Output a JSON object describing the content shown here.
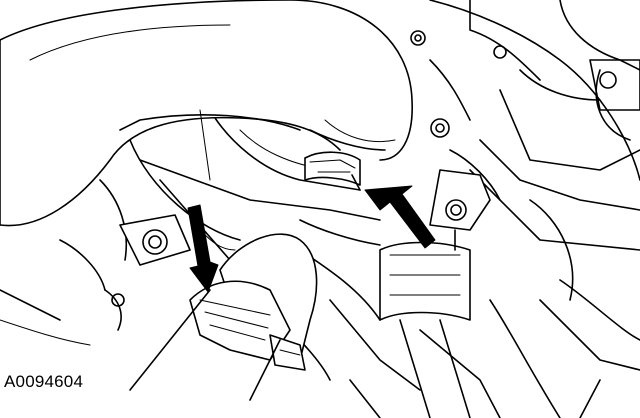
{
  "figure": {
    "id": "A0094604"
  },
  "colors": {
    "line": "#000000",
    "fill": "#ffffff",
    "background": "#ffffff"
  },
  "callouts": [
    {
      "name": "upper-clip-arrow"
    },
    {
      "name": "lower-clamp-arrow"
    }
  ]
}
